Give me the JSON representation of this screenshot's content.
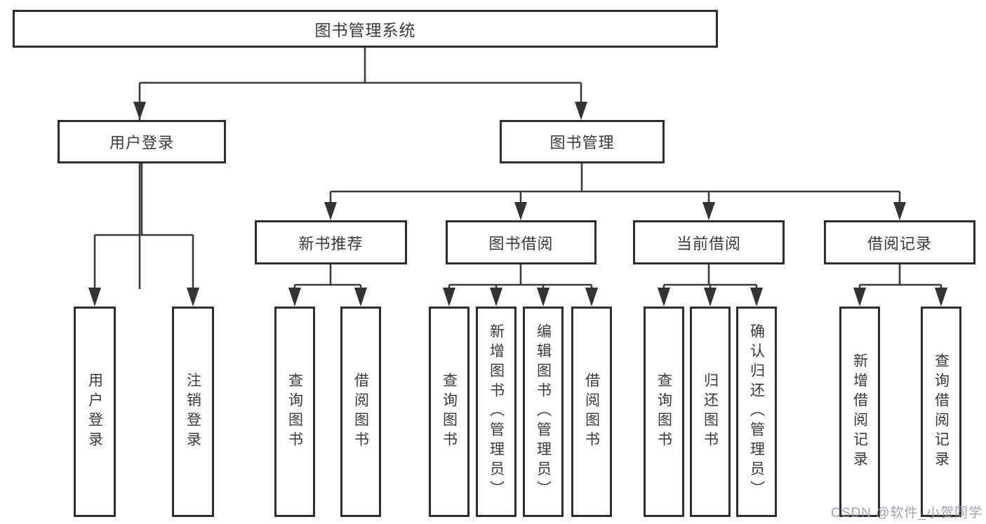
{
  "tree": {
    "label": "图书管理系统",
    "children": [
      {
        "label": "用户登录",
        "children": [
          {
            "label": "用户登录"
          },
          {
            "label": "注销登录"
          }
        ]
      },
      {
        "label": "图书管理",
        "children": [
          {
            "label": "新书推荐",
            "children": [
              {
                "label": "查询图书"
              },
              {
                "label": "借阅图书"
              }
            ]
          },
          {
            "label": "图书借阅",
            "children": [
              {
                "label": "查询图书"
              },
              {
                "label": "新增图书（管理员）"
              },
              {
                "label": "编辑图书（管理员）"
              },
              {
                "label": "借阅图书"
              }
            ]
          },
          {
            "label": "当前借阅",
            "children": [
              {
                "label": "查询图书"
              },
              {
                "label": "归还图书"
              },
              {
                "label": "确认归还（管理员）"
              }
            ]
          },
          {
            "label": "借阅记录",
            "children": [
              {
                "label": "新增借阅记录"
              },
              {
                "label": "查询借阅记录"
              }
            ]
          }
        ]
      }
    ]
  },
  "watermark": {
    "text": "CSDN @软件_小贺同学"
  },
  "colors": {
    "line": "#3b3b3b",
    "box_border": "#2d2d2d",
    "text": "#3a3a3a",
    "watermark": "#949ba3",
    "background": "#ffffff"
  }
}
